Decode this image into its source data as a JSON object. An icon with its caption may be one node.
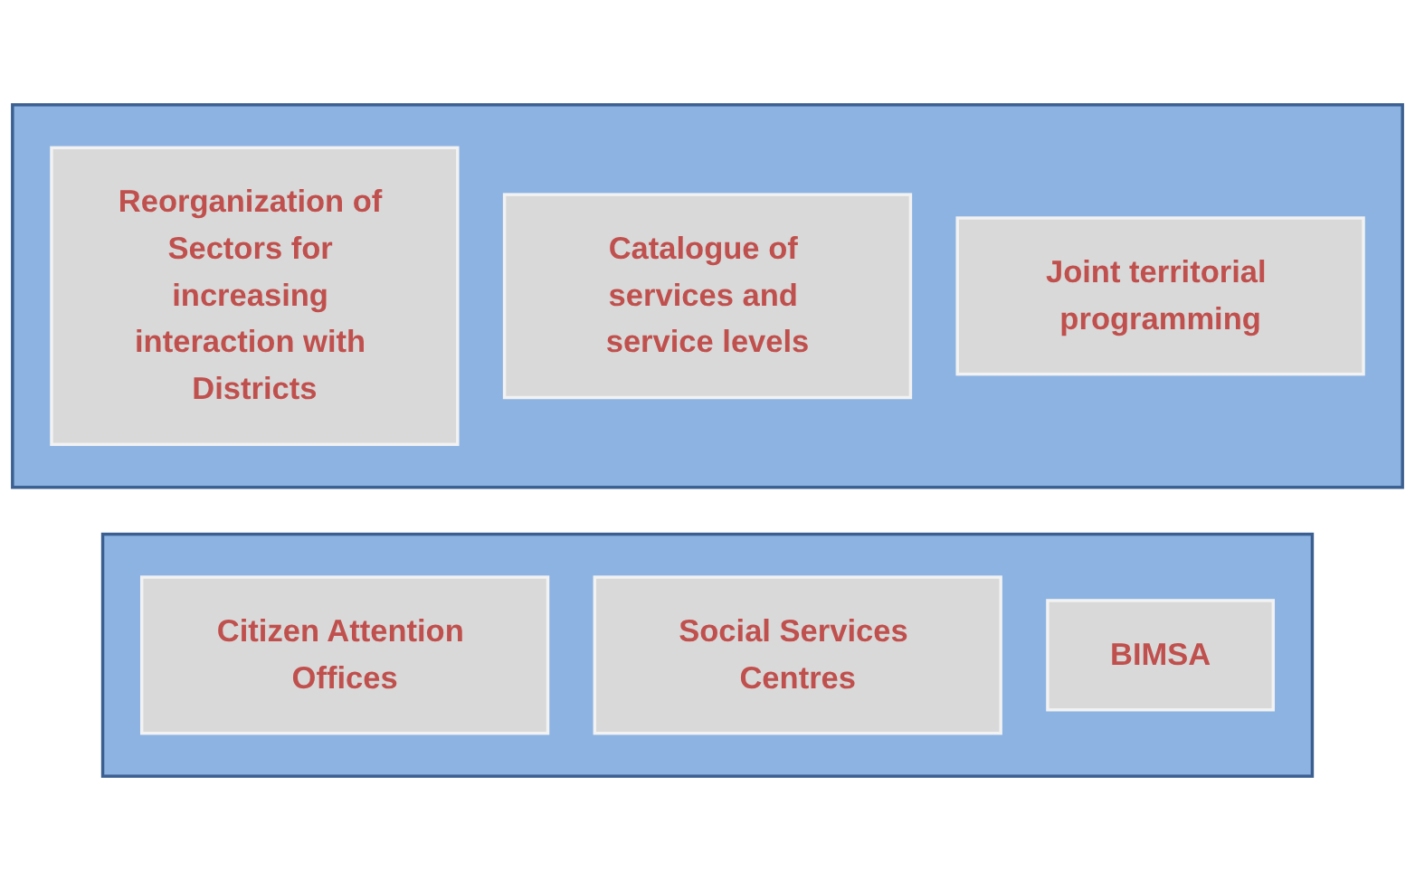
{
  "diagram": {
    "nodes": [
      {
        "text": [],
        "shape": "box"
      },
      {
        "text": [
          "Reorganization of Sectors for increasing interaction with Districts"
        ],
        "in": 0
      },
      {
        "text": [
          "Catalogue of services and service levels"
        ],
        "in": 0
      },
      {
        "text": [
          "Joint territorial programming"
        ],
        "in": 0
      },
      {
        "text": [],
        "shape": "box"
      },
      {
        "text": [
          "Citizen Attention Offices"
        ],
        "in": 4
      },
      {
        "text": [
          "Social Services Centres"
        ],
        "in": 4
      },
      {
        "text": [
          "BIMSA"
        ],
        "in": 4
      }
    ]
  }
}
